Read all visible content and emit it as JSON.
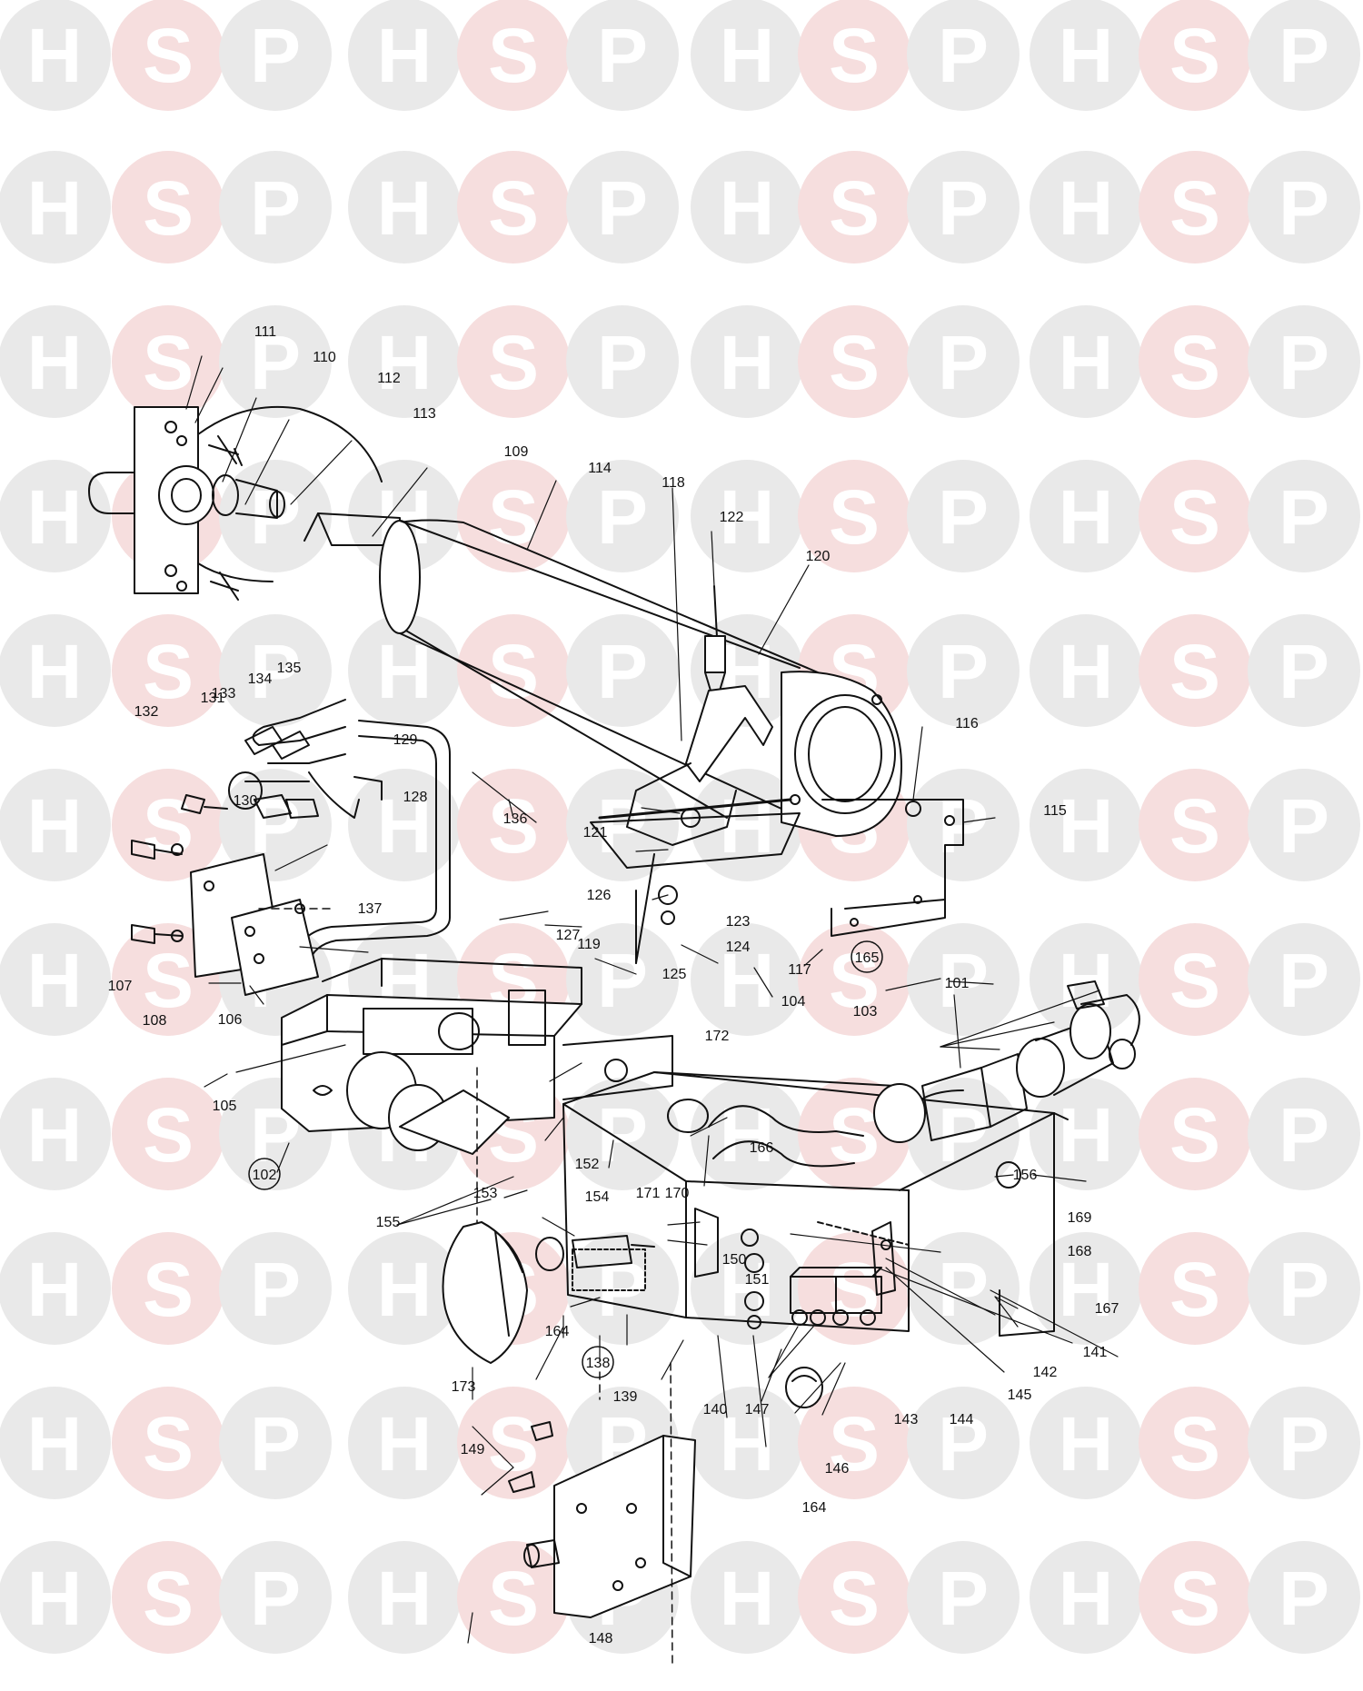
{
  "watermark": {
    "letters": [
      "H",
      "S",
      "P"
    ],
    "circle_color": "#e9e9e9",
    "accent_circle_color": "#f6dede",
    "letter_color": "#ffffff"
  },
  "diagram": {
    "line_color": "#111111",
    "callouts": [
      "101",
      "102",
      "103",
      "104",
      "105",
      "106",
      "107",
      "108",
      "109",
      "110",
      "111",
      "112",
      "113",
      "114",
      "115",
      "116",
      "117",
      "118",
      "119",
      "120",
      "121",
      "122",
      "123",
      "124",
      "125",
      "126",
      "127",
      "128",
      "129",
      "130",
      "131",
      "132",
      "133",
      "134",
      "135",
      "136",
      "137",
      "138",
      "139",
      "140",
      "141",
      "142",
      "143",
      "144",
      "145",
      "146",
      "147",
      "148",
      "149",
      "150",
      "151",
      "152",
      "153",
      "154",
      "155",
      "156",
      "164",
      "164",
      "165",
      "166",
      "167",
      "168",
      "169",
      "170",
      "171",
      "172",
      "173"
    ]
  }
}
